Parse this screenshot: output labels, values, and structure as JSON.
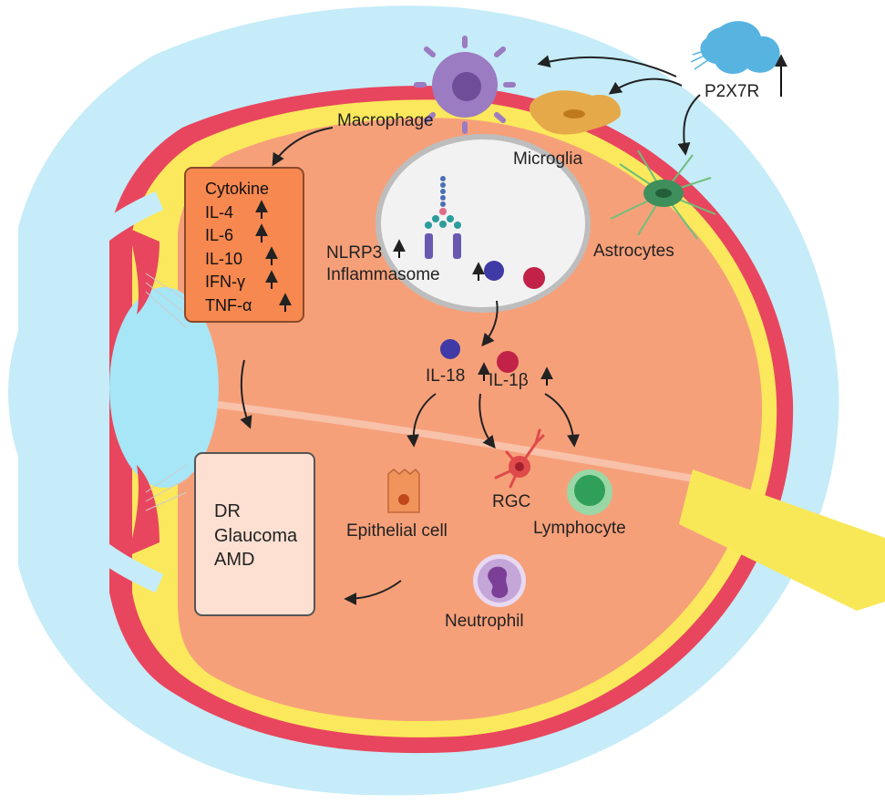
{
  "labels": {
    "macrophage": "Macrophage",
    "microglia": "Microglia",
    "astrocytes": "Astrocytes",
    "p2x7r": "P2X7R",
    "nlrp3": "NLRP3",
    "inflammasome": "Inflammasome",
    "il18": "IL-18",
    "il1b": "IL-1β",
    "epithelial": "Epithelial cell",
    "rgc": "RGC",
    "lymphocyte": "Lymphocyte",
    "neutrophil": "Neutrophil"
  },
  "cytokine_box": {
    "title": "Cytokine",
    "items": [
      "IL-4",
      "IL-6",
      "IL-10",
      "IFN-γ",
      "TNF-α"
    ]
  },
  "disease_box": {
    "items": [
      "DR",
      "Glaucoma",
      "AMD"
    ]
  },
  "colors": {
    "sclera_outer": "#c5ecf8",
    "choroid_red": "#e8465e",
    "retina_yellow": "#fbe85c",
    "vitreous": "#f6a07a",
    "lens": "#a6e6f6",
    "optic_nerve": "#f8e858",
    "cytokine_box": "#f7884f",
    "disease_box": "#fde0d2",
    "macrophage": "#9b7bc2",
    "microglia": "#e6a94a",
    "astrocyte": "#3f8f5c",
    "p2x7r": "#57b3e0",
    "il18_bead": "#3f3aa6",
    "il1b_bead": "#c22248",
    "lymphocyte": "#5fbf7a",
    "neutrophil": "#c5a6d8",
    "epithelial": "#f0945c",
    "rgc": "#e04a4a"
  }
}
